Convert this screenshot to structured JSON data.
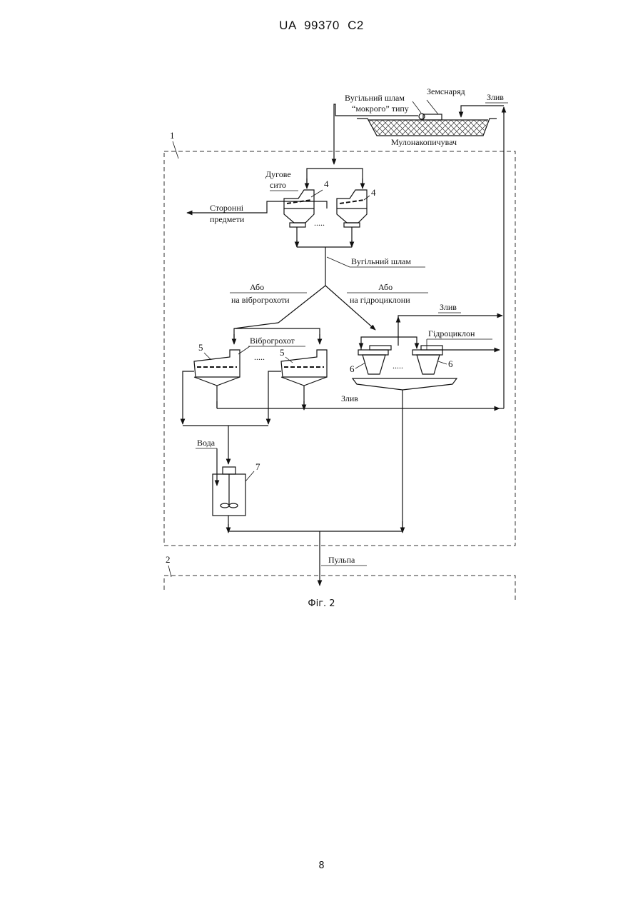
{
  "header": {
    "text": "UA   99370   C2"
  },
  "figure": {
    "caption": "Фіг. 2",
    "labels": {
      "region_1": "1",
      "region_2": "2",
      "slurry_wet_line1": "Вугільний шлам",
      "slurry_wet_line2": "“мокрого” типу",
      "dredger": "Земснаряд",
      "drain_top": "Злив",
      "sludge_pond": "Мулонакопичувач",
      "arc_sieve_line1": "Дугове",
      "arc_sieve_line2": "сито",
      "num_4a": "4",
      "num_4b": "4",
      "foreign_line1": "Сторонні",
      "foreign_line2": "предмети",
      "dots_top": ".....",
      "coal_slurry": "Вугільний шлам",
      "or_left_line1": "Або",
      "or_left_line2": "на віброгрохоти",
      "or_right_line1": "Або",
      "or_right_line2": "на гідроциклони",
      "drain_hc": "Злив",
      "vibroscreen": "Віброгрохот",
      "num_5a": "5",
      "num_5b": "5",
      "dots_mid_left": ".....",
      "hydrocyclone": "Гідроциклон",
      "num_6a": "6",
      "num_6b": "6",
      "dots_mid_right": ".....",
      "drain_mid": "Злив",
      "water": "Вода",
      "num_7": "7",
      "pulp": "Пульпа"
    }
  },
  "page_number": "8"
}
